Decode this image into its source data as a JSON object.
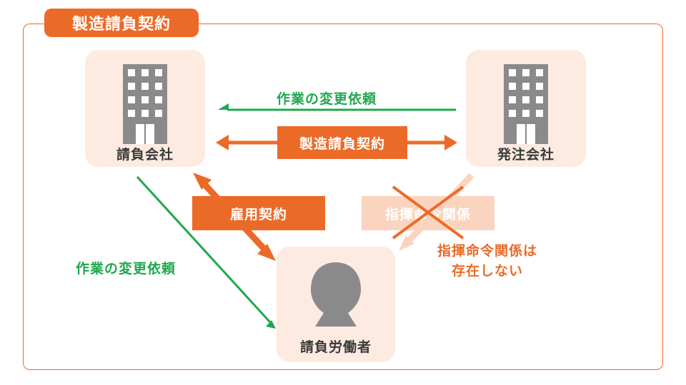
{
  "title": "製造請負契約",
  "nodes": {
    "contractor": "請負会社",
    "client": "発注会社",
    "worker": "請負労働者"
  },
  "relations": {
    "change_request_top": "作業の変更依頼",
    "manufacturing_contract": "製造請負契約",
    "employment_contract": "雇用契約",
    "command_relation": "指揮命令関係",
    "change_request_left": "作業の変更依頼",
    "no_command_note": [
      "指揮命令関係は",
      "存在しない"
    ]
  },
  "colors": {
    "accent": "#ec6a28",
    "green": "#1ea84d",
    "node_bg": "#fdebe1",
    "icon_gray": "#8a8a8a"
  }
}
